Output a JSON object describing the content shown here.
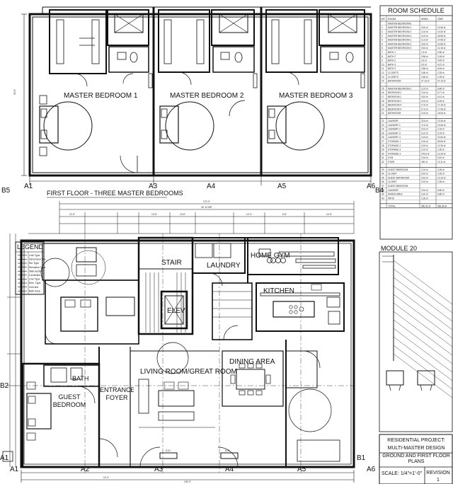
{
  "upper_plan": {
    "rooms": [
      "MASTER BEDROOM 1",
      "MASTER BEDROOM 2",
      "MASTER BEDROOM 3"
    ],
    "caption": "FIRST FLOOR - THREE MASTER BEDROOMS",
    "grid_top": [
      "A1",
      "A3",
      "A4",
      "A5",
      "A6"
    ],
    "grid_side": [
      "B5",
      "B4"
    ]
  },
  "schedule": {
    "title": "ROOM SCHEDULE",
    "headers": [
      "MT",
      "ROOM",
      "AREA",
      "ODR"
    ],
    "groups": [
      [
        [
          "",
          "MASTER BEDROOMS",
          "",
          ""
        ],
        [
          "1",
          "MASTER BEDROOM 1",
          "15.6 sf",
          "10.46 sf"
        ],
        [
          "2",
          "MASTER BEDROOM 2",
          "12.6 sf",
          "10.26 sf"
        ],
        [
          "3",
          "MASTER BEDROOM 3",
          "14.5 sf",
          "26.55 sf"
        ],
        [
          "4",
          "MASTER BEDROOM 1",
          "11.6 sf",
          "27.06 sf"
        ],
        [
          "5",
          "MASTER BEDROOM 2",
          "15.6 sf",
          "22.66 sf"
        ],
        [
          "6",
          "MASTER BEDROOM 3",
          "15.6 sf",
          "12.16 sf"
        ],
        [
          "7",
          "BATH 1",
          "1.6 sf",
          "6.90 sf"
        ],
        [
          "8",
          "BATH 2",
          "3.56 sf",
          "3.16 sf"
        ],
        [
          "9",
          "BATH 3",
          "3.6 sf",
          "4.45 sf"
        ],
        [
          "10",
          "BATH 3",
          "3.6 sf",
          "4.21 sf"
        ],
        [
          "11",
          "BATH 3",
          "3.86 sf",
          "6.54 sf"
        ],
        [
          "12",
          "CLOSETS",
          "3.56 sf",
          "2.25 sf"
        ],
        [
          "13",
          "CLOSETS",
          "2.66 sf",
          "2.25 sf"
        ],
        [
          "14",
          "BATHROOM",
          "27.16 sf",
          "27.16 sf"
        ]
      ],
      [
        [
          "15",
          "MASTER BEDROOM 2",
          "12.5 sf",
          "6.80 sf"
        ],
        [
          "16",
          "BEDROOM 1",
          "13.6 sf",
          "5.77 sf"
        ],
        [
          "17",
          "BEDROOM 1",
          "15.5 sf",
          "6.41 sf"
        ],
        [
          "18",
          "BEDROOM 2",
          "12.6 sf",
          "6.26 sf"
        ],
        [
          "19",
          "BEDROOM 4",
          "17.6 sf",
          "17.16 sf"
        ],
        [
          "20",
          "BEDROOM 4",
          "17.6 sf",
          "17.06 sf"
        ],
        [
          "21",
          "BATHROOM",
          "13.6 sf",
          "16.06 sf"
        ]
      ],
      [
        [
          "22",
          "LAUNDRY",
          "22.6 sf",
          "10.26 sf"
        ],
        [
          "23",
          "LAUNDRY 1",
          "71.6 sf",
          "13.46 sf"
        ],
        [
          "24",
          "LAUNDRY 2",
          "22.6 sf",
          "2.16 sf"
        ],
        [
          "25",
          "LAUNDRY 3",
          "12.6 sf",
          "5.76 sf"
        ],
        [
          "26",
          "LAUNDRY 4",
          "14.6 sf",
          "10.06 sf"
        ],
        [
          "27",
          "STORAGE 1",
          "13.6 sf",
          "53.06 sf"
        ],
        [
          "28",
          "STORAGE 2",
          "13.6 sf",
          "12.26 sf"
        ],
        [
          "29",
          "STORAGE 3",
          "12.6 sf",
          "2.26 sf"
        ],
        [
          "30",
          "STORAGE 3",
          "276.6 sf",
          "12.26 sf"
        ],
        [
          "31",
          "GYM",
          "13.6 sf",
          "6.51 sf"
        ],
        [
          "32",
          "STAIR",
          "300 sf",
          "10.11 sf"
        ]
      ],
      [
        [
          "33",
          "GUEST BEDROOM",
          "12.6 sf",
          "3.26 sf"
        ],
        [
          "34",
          "CLOSET",
          "23.6 sf",
          "2.26 sf"
        ],
        [
          "35",
          "GUEST BATHROOM",
          "15.6 sf",
          "12.16 sf"
        ],
        [
          "36",
          "CLOSET",
          "10.5 sf",
          "2.26 sf"
        ],
        [
          "37",
          "GUEST BEDROOM",
          "",
          ""
        ],
        [
          "38",
          "LAUNDRY",
          "13.6 sf",
          "6.80 sf"
        ],
        [
          "39",
          "DINING AREA",
          "13.6 sf",
          "6.85 sf"
        ],
        [
          "40",
          "PATIO",
          "2.26 sf",
          ""
        ]
      ]
    ],
    "total_label": "TOTAL",
    "total_values": [
      "350.31 sf",
      "952.36 sf"
    ]
  },
  "lower_plan": {
    "legend_title": "LEGEND",
    "legend_items": [
      "Line Type",
      "Dimension line",
      "Ele Type",
      "Elevation Type",
      "Wall section",
      "Centerline",
      "Line Type",
      "Elev. Type",
      "Grid line",
      "Bath Area"
    ],
    "rooms": {
      "stair": "STAIR",
      "laundry": "LAUNDRY",
      "home_gym": "HOME GYM",
      "kitchen": "KITCHEN",
      "elev": "ELEV",
      "dining": "DINING AREA",
      "living": "LIVING ROOM/GREAT ROOM",
      "entrance": "ENTRANCE FOYER",
      "bath": "BATH",
      "guest": "GUEST BEDROOM"
    },
    "doors": [
      "D-01",
      "D-01"
    ],
    "grid_side": [
      "B2",
      "B1",
      "A1"
    ],
    "grid_bottom": [
      "A1",
      "A2",
      "A3",
      "A4",
      "A5",
      "A6"
    ],
    "dims_top": [
      "170'-0\"",
      "30'-10 5/8\"",
      "12'-0\"",
      "13'-5\"",
      "13'-6\"",
      "12'-0\"",
      "5'-6\"",
      "10'-6\""
    ],
    "dims_bottom": [
      "100'-0\"",
      "12'-0\""
    ]
  },
  "sidebar": {
    "module_label": "MODULE 20"
  },
  "title_block": {
    "project": "RESIDENTIAL PROJECT:",
    "subtitle": "MULTI-MASTER DESIGN",
    "sheet_title": "GROUND AND FIRST FLOOR PLANS",
    "scale": "SCALE: 1/4\"=1'-0\"",
    "revision_label": "REVISION",
    "revision": "1"
  }
}
